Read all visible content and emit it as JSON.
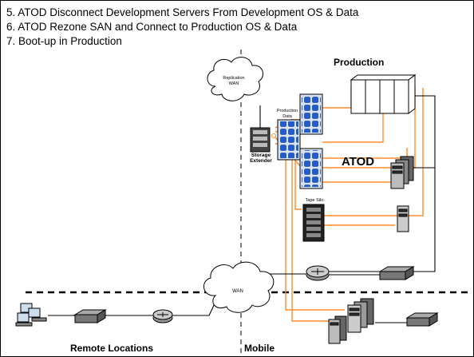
{
  "steps": [
    "5.  ATOD Disconnect Development Servers From Development OS & Data",
    "6.  ATOD Rezone SAN and Connect to Production OS & Data",
    "7.  Boot-up in Production"
  ],
  "labels": {
    "production": "Production",
    "atod": "ATOD",
    "replication_wan_line1": "Replication",
    "replication_wan_line2": "WAN",
    "production_data_line1": "Production",
    "production_data_line2": "Data",
    "storage_extender_line1": "Storage",
    "storage_extender_line2": "Extender",
    "tape_silo": "Tape Silo",
    "wan": "WAN",
    "remote_locations": "Remote Locations",
    "mobile": "Mobile"
  },
  "colors": {
    "link": "#ff8c2a",
    "disk": "#1e5ccf",
    "wire": "#000000"
  }
}
